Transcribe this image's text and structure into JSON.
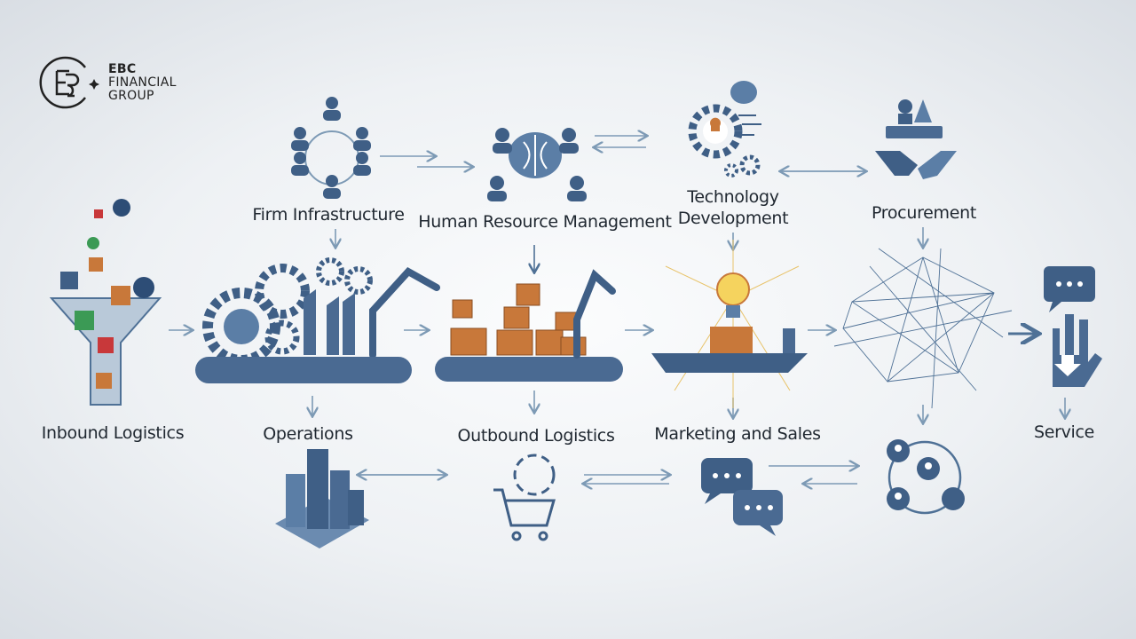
{
  "logo": {
    "line1": "EBC",
    "line2": "FINANCIAL",
    "line3": "GROUP"
  },
  "support_activities": {
    "firm_infrastructure": "Firm Infrastructure",
    "hr_management": "Human Resource Management",
    "technology_development_line1": "Technology",
    "technology_development_line2": "Development",
    "procurement": "Procurement"
  },
  "primary_activities": {
    "inbound_logistics": "Inbound Logistics",
    "operations": "Operations",
    "outbound_logistics": "Outbound Logistics",
    "marketing_sales": "Marketing and Sales",
    "service": "Service"
  },
  "colors": {
    "icon": "#3f5f86",
    "arrow": "#7d9ab5",
    "box": "#c8783a",
    "text": "#1f2730"
  }
}
